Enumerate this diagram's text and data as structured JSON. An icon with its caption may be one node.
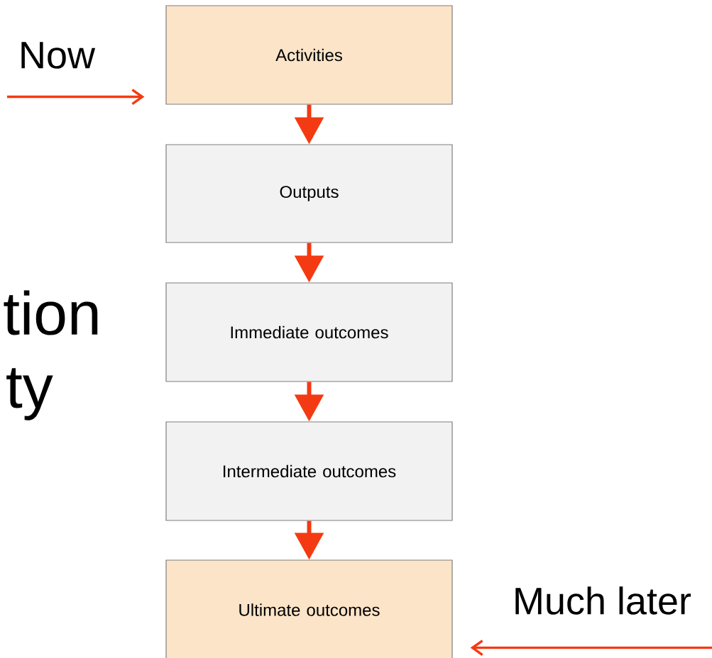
{
  "diagram": {
    "nodes": [
      {
        "text": [
          "Activities"
        ]
      },
      {
        "text": [
          "Outputs"
        ]
      },
      {
        "text": [
          "Immediate outcomes"
        ]
      },
      {
        "text": [
          "Intermediate outcomes"
        ]
      },
      {
        "text": [
          "Ultimate outcomes"
        ]
      }
    ],
    "edges": [
      {
        "from": 0,
        "to": 1,
        "arrow": "to"
      },
      {
        "from": 1,
        "to": 2,
        "arrow": "to"
      },
      {
        "from": 2,
        "to": 3,
        "arrow": "to"
      },
      {
        "from": 3,
        "to": 4,
        "arrow": "to"
      },
      {
        "from": null,
        "to": 0,
        "arrow": "to",
        "label": "Now"
      },
      {
        "from": null,
        "to": 4,
        "arrow": "to",
        "label": "Much later"
      }
    ],
    "labels": [
      "tion",
      "ty"
    ]
  }
}
